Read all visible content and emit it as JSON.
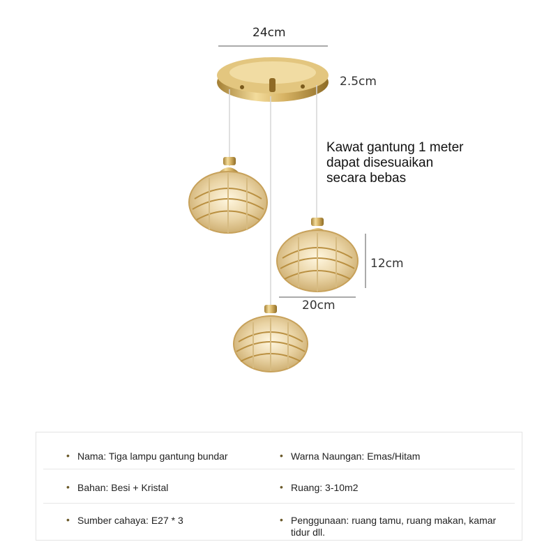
{
  "dimensions": {
    "canopy_width": "24cm",
    "canopy_height": "2.5cm",
    "shade_height": "12cm",
    "shade_width": "20cm"
  },
  "wire_note": {
    "line1": "Kawat gantung 1 meter",
    "line2": "dapat disesuaikan",
    "line3": "secara bebas"
  },
  "specs": {
    "name": "Nama: Tiga lampu gantung bundar",
    "shade_color": "Warna Naungan: Emas/Hitam",
    "material": "Bahan: Besi + Kristal",
    "room": "Ruang: 3-10m2",
    "light_source": "Sumber cahaya: E27 * 3",
    "usage": "Penggunaan: ruang tamu, ruang makan, kamar tidur dll."
  },
  "colors": {
    "gold": "#c9a24e",
    "gold_dark": "#9c7a2e",
    "gold_light": "#f0d89a",
    "wire": "#d8d8d8"
  }
}
